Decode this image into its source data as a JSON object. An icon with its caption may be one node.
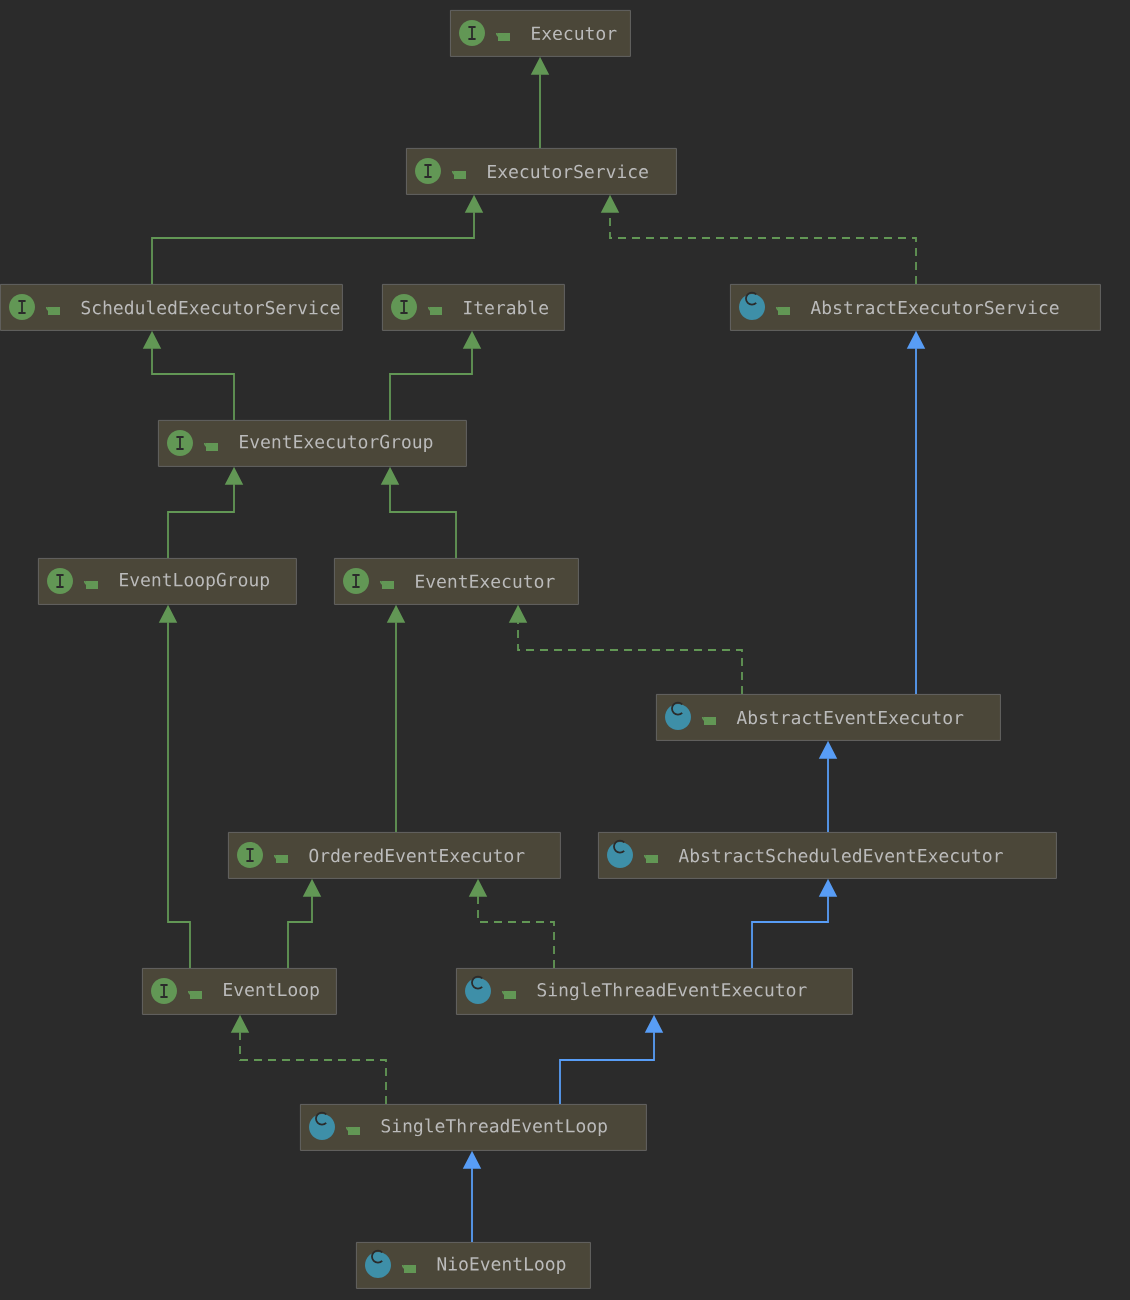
{
  "diagram": {
    "nodes": [
      {
        "text": [
          "Executor"
        ]
      },
      {
        "text": [
          "ExecutorService"
        ]
      },
      {
        "text": [
          "ScheduledExecutorService"
        ]
      },
      {
        "text": [
          "Iterable"
        ]
      },
      {
        "text": [
          "AbstractExecutorService"
        ]
      },
      {
        "text": [
          "EventExecutorGroup"
        ]
      },
      {
        "text": [
          "EventLoopGroup"
        ]
      },
      {
        "text": [
          "EventExecutor"
        ]
      },
      {
        "text": [
          "AbstractEventExecutor"
        ]
      },
      {
        "text": [
          "OrderedEventExecutor"
        ]
      },
      {
        "text": [
          "AbstractScheduledEventExecutor"
        ]
      },
      {
        "text": [
          "EventLoop"
        ]
      },
      {
        "text": [
          "SingleThreadEventExecutor"
        ]
      },
      {
        "text": [
          "SingleThreadEventLoop"
        ]
      },
      {
        "text": [
          "NioEventLoop"
        ]
      }
    ],
    "edges": [
      {
        "from": 1,
        "to": 0,
        "arrow": "to"
      },
      {
        "from": 2,
        "to": 1,
        "arrow": "to"
      },
      {
        "from": 4,
        "to": 1,
        "arrow": "to",
        "style": "dashed"
      },
      {
        "from": 5,
        "to": 2,
        "arrow": "to"
      },
      {
        "from": 5,
        "to": 3,
        "arrow": "to"
      },
      {
        "from": 8,
        "to": 4,
        "arrow": "to",
        "color": "#589df6"
      },
      {
        "from": 6,
        "to": 5,
        "arrow": "to"
      },
      {
        "from": 7,
        "to": 5,
        "arrow": "to"
      },
      {
        "from": 8,
        "to": 7,
        "arrow": "to",
        "style": "dashed"
      },
      {
        "from": 11,
        "to": 6,
        "arrow": "to"
      },
      {
        "from": 9,
        "to": 7,
        "arrow": "to"
      },
      {
        "from": 10,
        "to": 8,
        "arrow": "to",
        "color": "#589df6"
      },
      {
        "from": 11,
        "to": 9,
        "arrow": "to"
      },
      {
        "from": 12,
        "to": 9,
        "arrow": "to",
        "style": "dashed"
      },
      {
        "from": 12,
        "to": 10,
        "arrow": "to",
        "color": "#589df6"
      },
      {
        "from": 13,
        "to": 11,
        "arrow": "to",
        "style": "dashed"
      },
      {
        "from": 13,
        "to": 12,
        "arrow": "to",
        "color": "#589df6"
      },
      {
        "from": 14,
        "to": 13,
        "arrow": "to",
        "color": "#589df6"
      }
    ]
  }
}
